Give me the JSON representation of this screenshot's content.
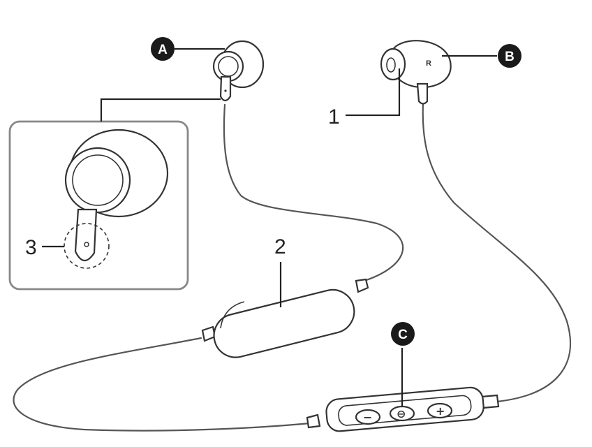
{
  "badges": {
    "a": "A",
    "b": "B",
    "c": "C"
  },
  "numbers": {
    "n1": "1",
    "n2": "2",
    "n3": "3"
  },
  "earbud_mark": "R",
  "remote_buttons": {
    "minus": "−",
    "center": "⊖",
    "plus": "+"
  }
}
